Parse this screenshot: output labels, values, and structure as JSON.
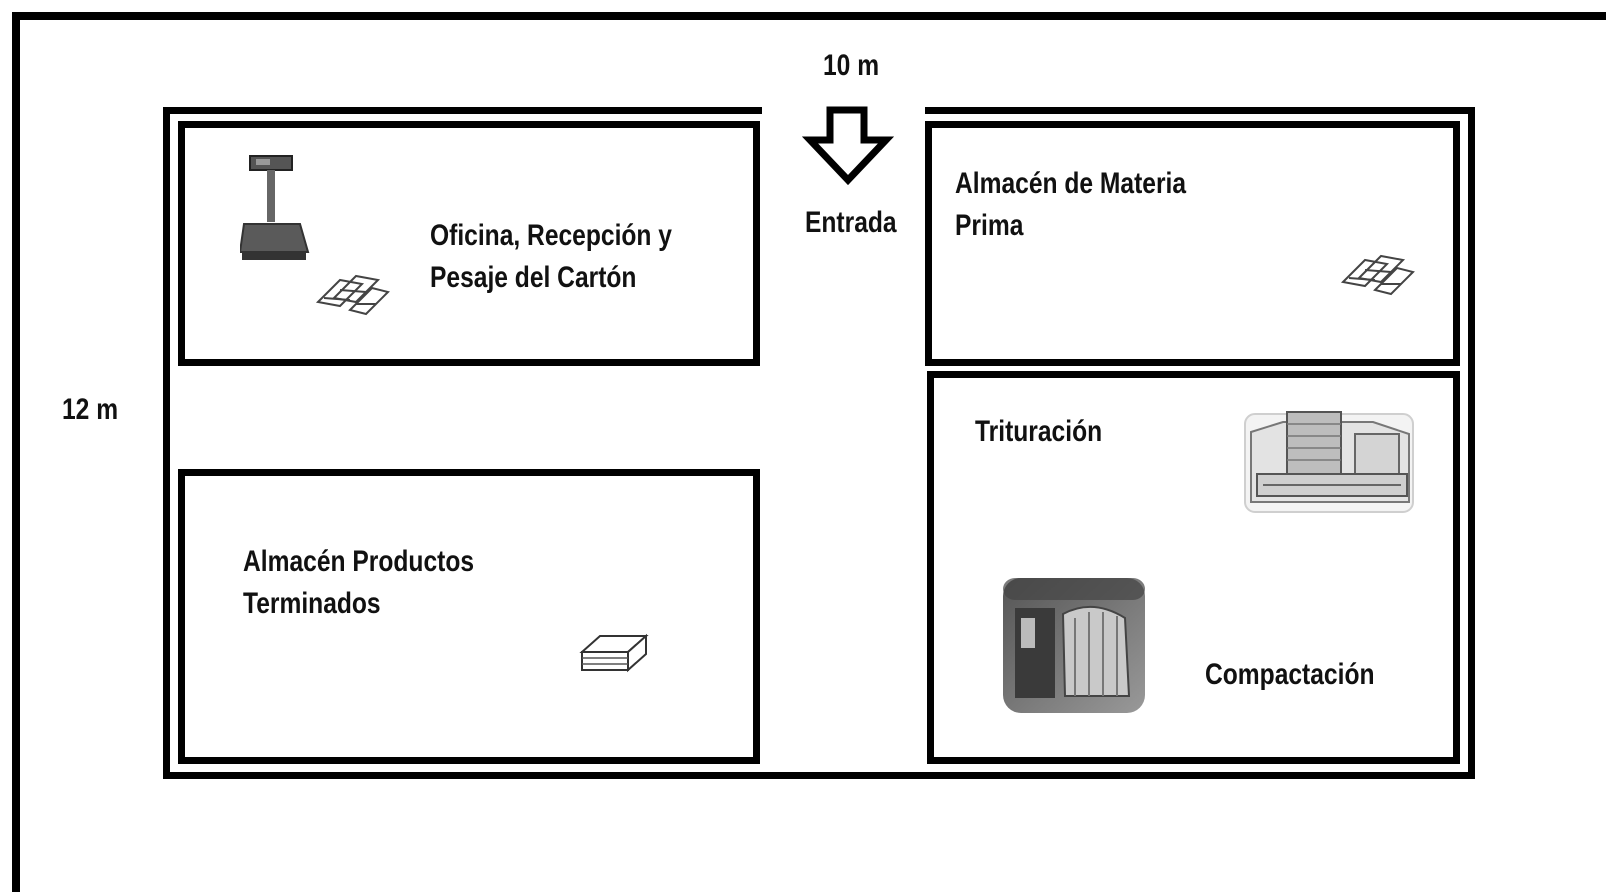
{
  "dimensions": {
    "width_label": "10 m",
    "height_label": "12 m"
  },
  "entrance": {
    "label": "Entrada"
  },
  "rooms": {
    "office": {
      "line1": "Oficina, Recepción y",
      "line2": "Pesaje del Cartón"
    },
    "raw_material": {
      "line1": "Almacén de Materia",
      "line2": "Prima"
    },
    "finished_goods": {
      "line1": "Almacén Productos",
      "line2": "Terminados"
    },
    "process": {
      "crushing": "Trituración",
      "compaction": "Compactación"
    }
  },
  "icons": [
    "weighing-scale-icon",
    "cardboard-sheets-icon",
    "stacked-paper-icon",
    "shredder-machine-icon",
    "baler-machine-icon",
    "down-arrow-icon"
  ]
}
